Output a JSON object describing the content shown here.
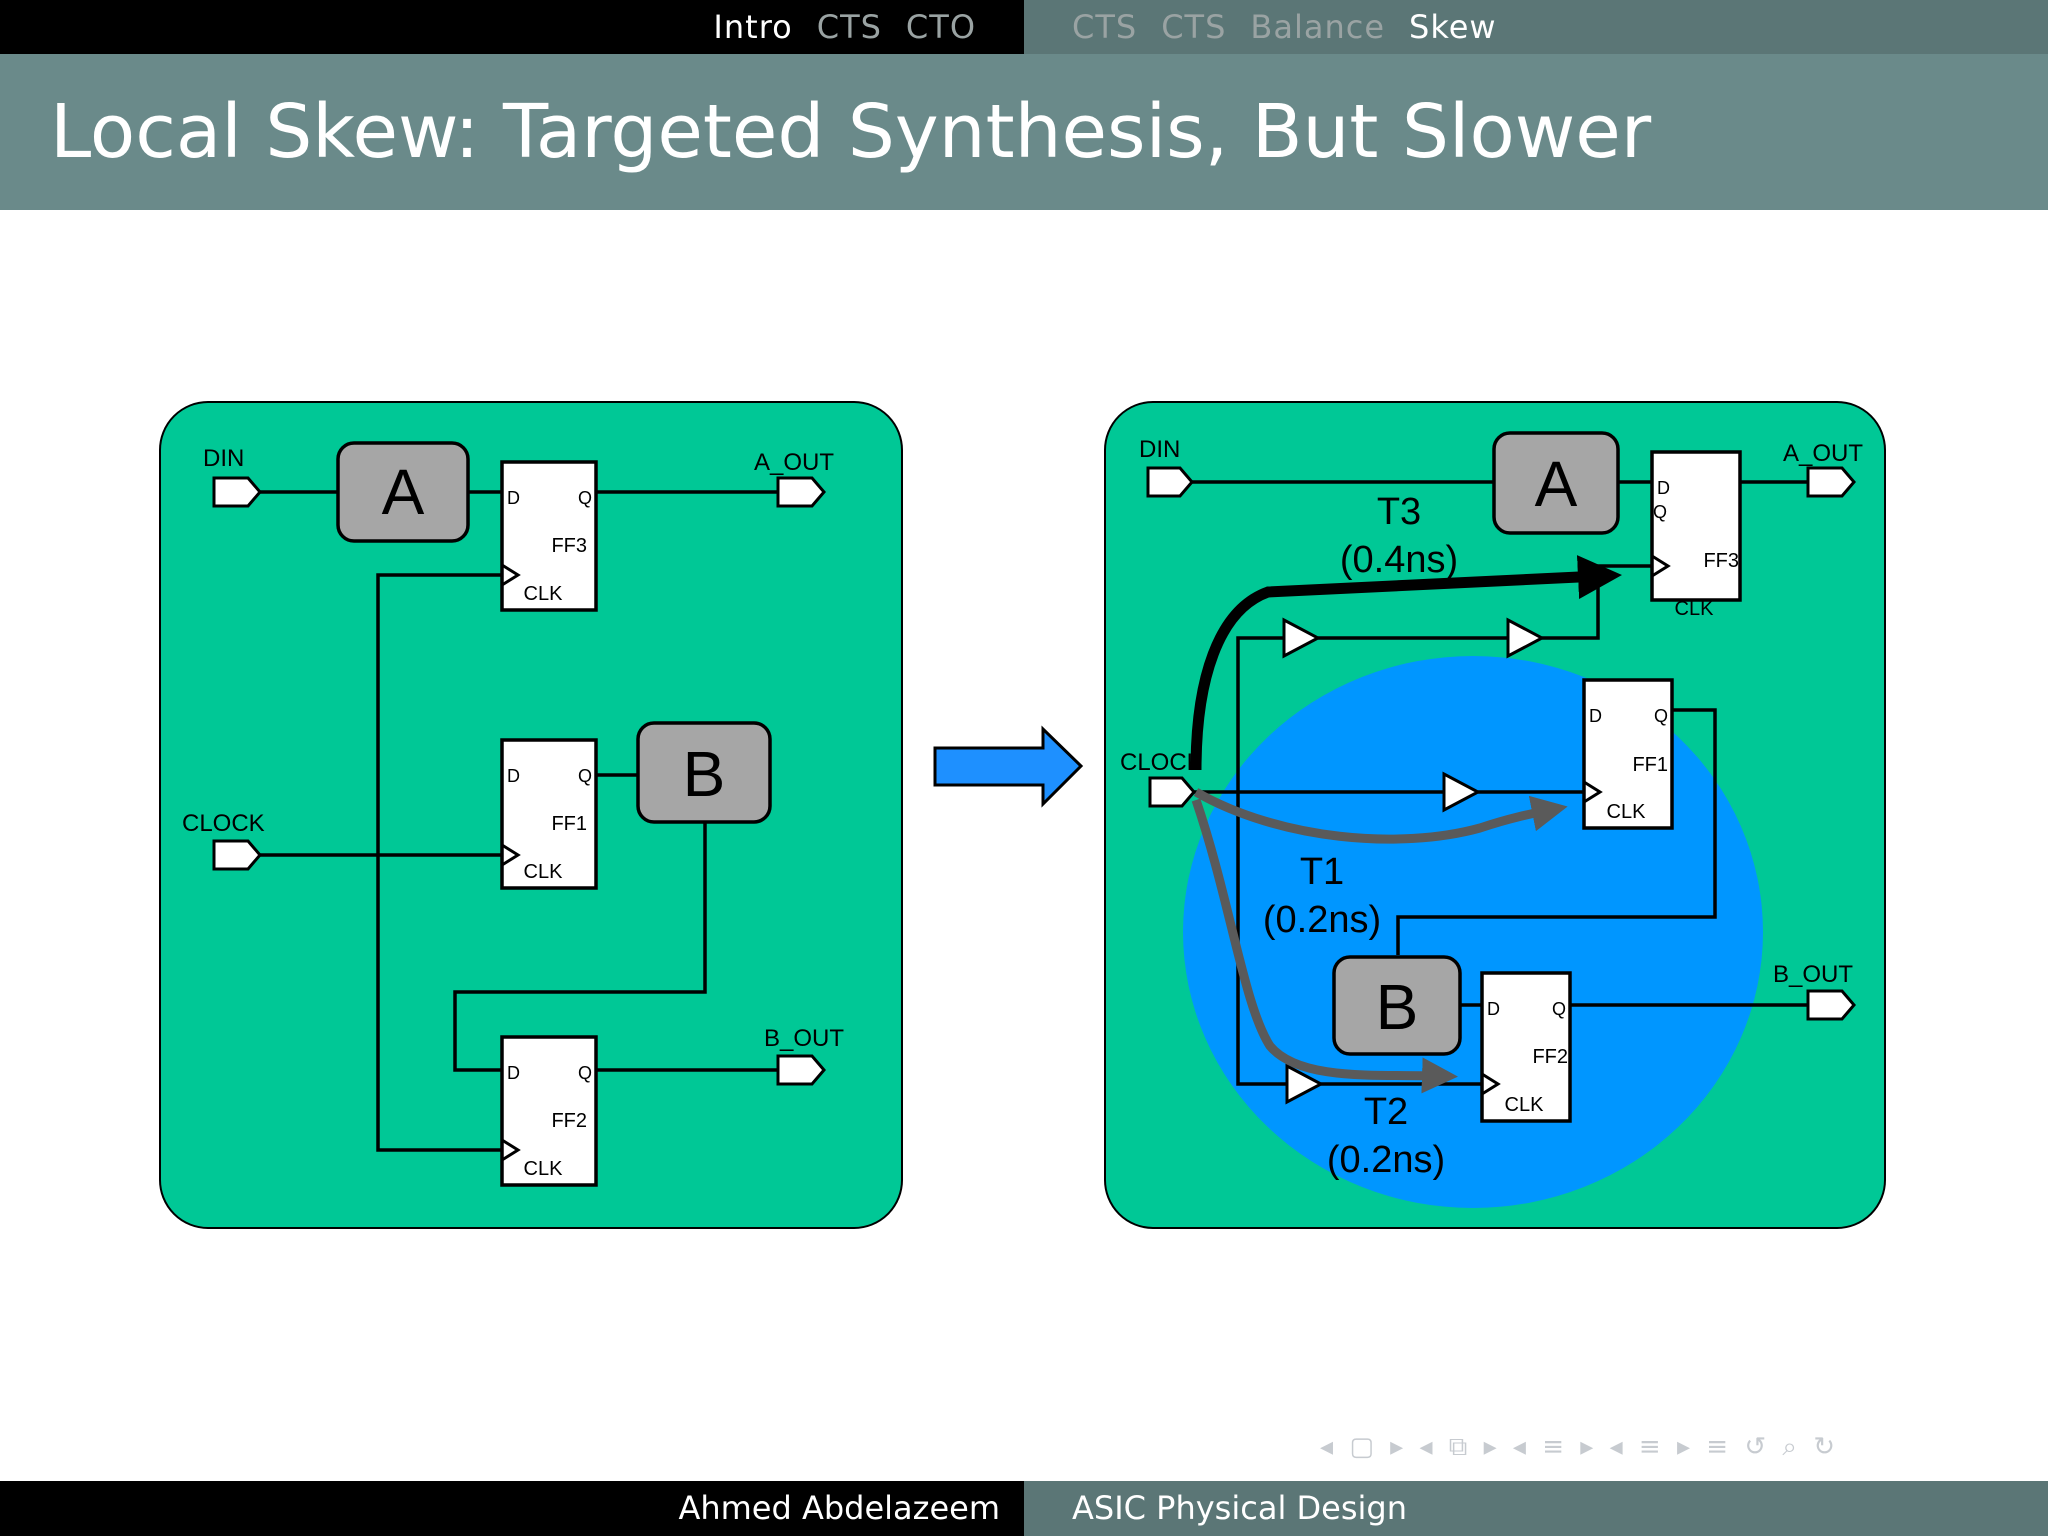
{
  "nav": {
    "left_items": [
      "Intro",
      "CTS",
      "CTO"
    ],
    "right_items": [
      "CTS",
      "CTS",
      "Balance",
      "Skew"
    ]
  },
  "slide": {
    "title": "Local Skew: Targeted Synthesis, But Slower"
  },
  "diagram": {
    "left": {
      "ports": {
        "din": "DIN",
        "clock": "CLOCK",
        "a_out": "A_OUT",
        "b_out": "B_OUT"
      },
      "blocks": {
        "a": "A",
        "b": "B"
      },
      "ff3": {
        "d": "D",
        "q": "Q",
        "name": "FF3",
        "clk": "CLK"
      },
      "ff1": {
        "d": "D",
        "q": "Q",
        "name": "FF1",
        "clk": "CLK"
      },
      "ff2": {
        "d": "D",
        "q": "Q",
        "name": "FF2",
        "clk": "CLK"
      }
    },
    "right": {
      "ports": {
        "din": "DIN",
        "clock": "CLOCK",
        "a_out": "A_OUT",
        "b_out": "B_OUT"
      },
      "blocks": {
        "a": "A",
        "b": "B"
      },
      "ff3": {
        "d": "D",
        "q": "Q",
        "name": "FF3",
        "clk": "CLK"
      },
      "ff1": {
        "d": "D",
        "q": "Q",
        "name": "FF1",
        "clk": "CLK"
      },
      "ff2": {
        "d": "D",
        "q": "Q",
        "name": "FF2",
        "clk": "CLK"
      },
      "paths": {
        "t3": {
          "label": "T3",
          "delay": "(0.4ns)"
        },
        "t1": {
          "label": "T1",
          "delay": "(0.2ns)"
        },
        "t2": {
          "label": "T2",
          "delay": "(0.2ns)"
        }
      }
    },
    "colors": {
      "board": "#00c896",
      "region": "#0096ff",
      "block": "#a6a6a6",
      "arrow": "#1e90ff"
    }
  },
  "footer": {
    "author": "Ahmed Abdelazeem",
    "course": "ASIC Physical Design"
  },
  "beamer_nav": "◂ ▢ ▸  ◂ ⧉ ▸  ◂ ≡ ▸  ◂ ≡ ▸  ≡  ↺ ⌕ ↻"
}
